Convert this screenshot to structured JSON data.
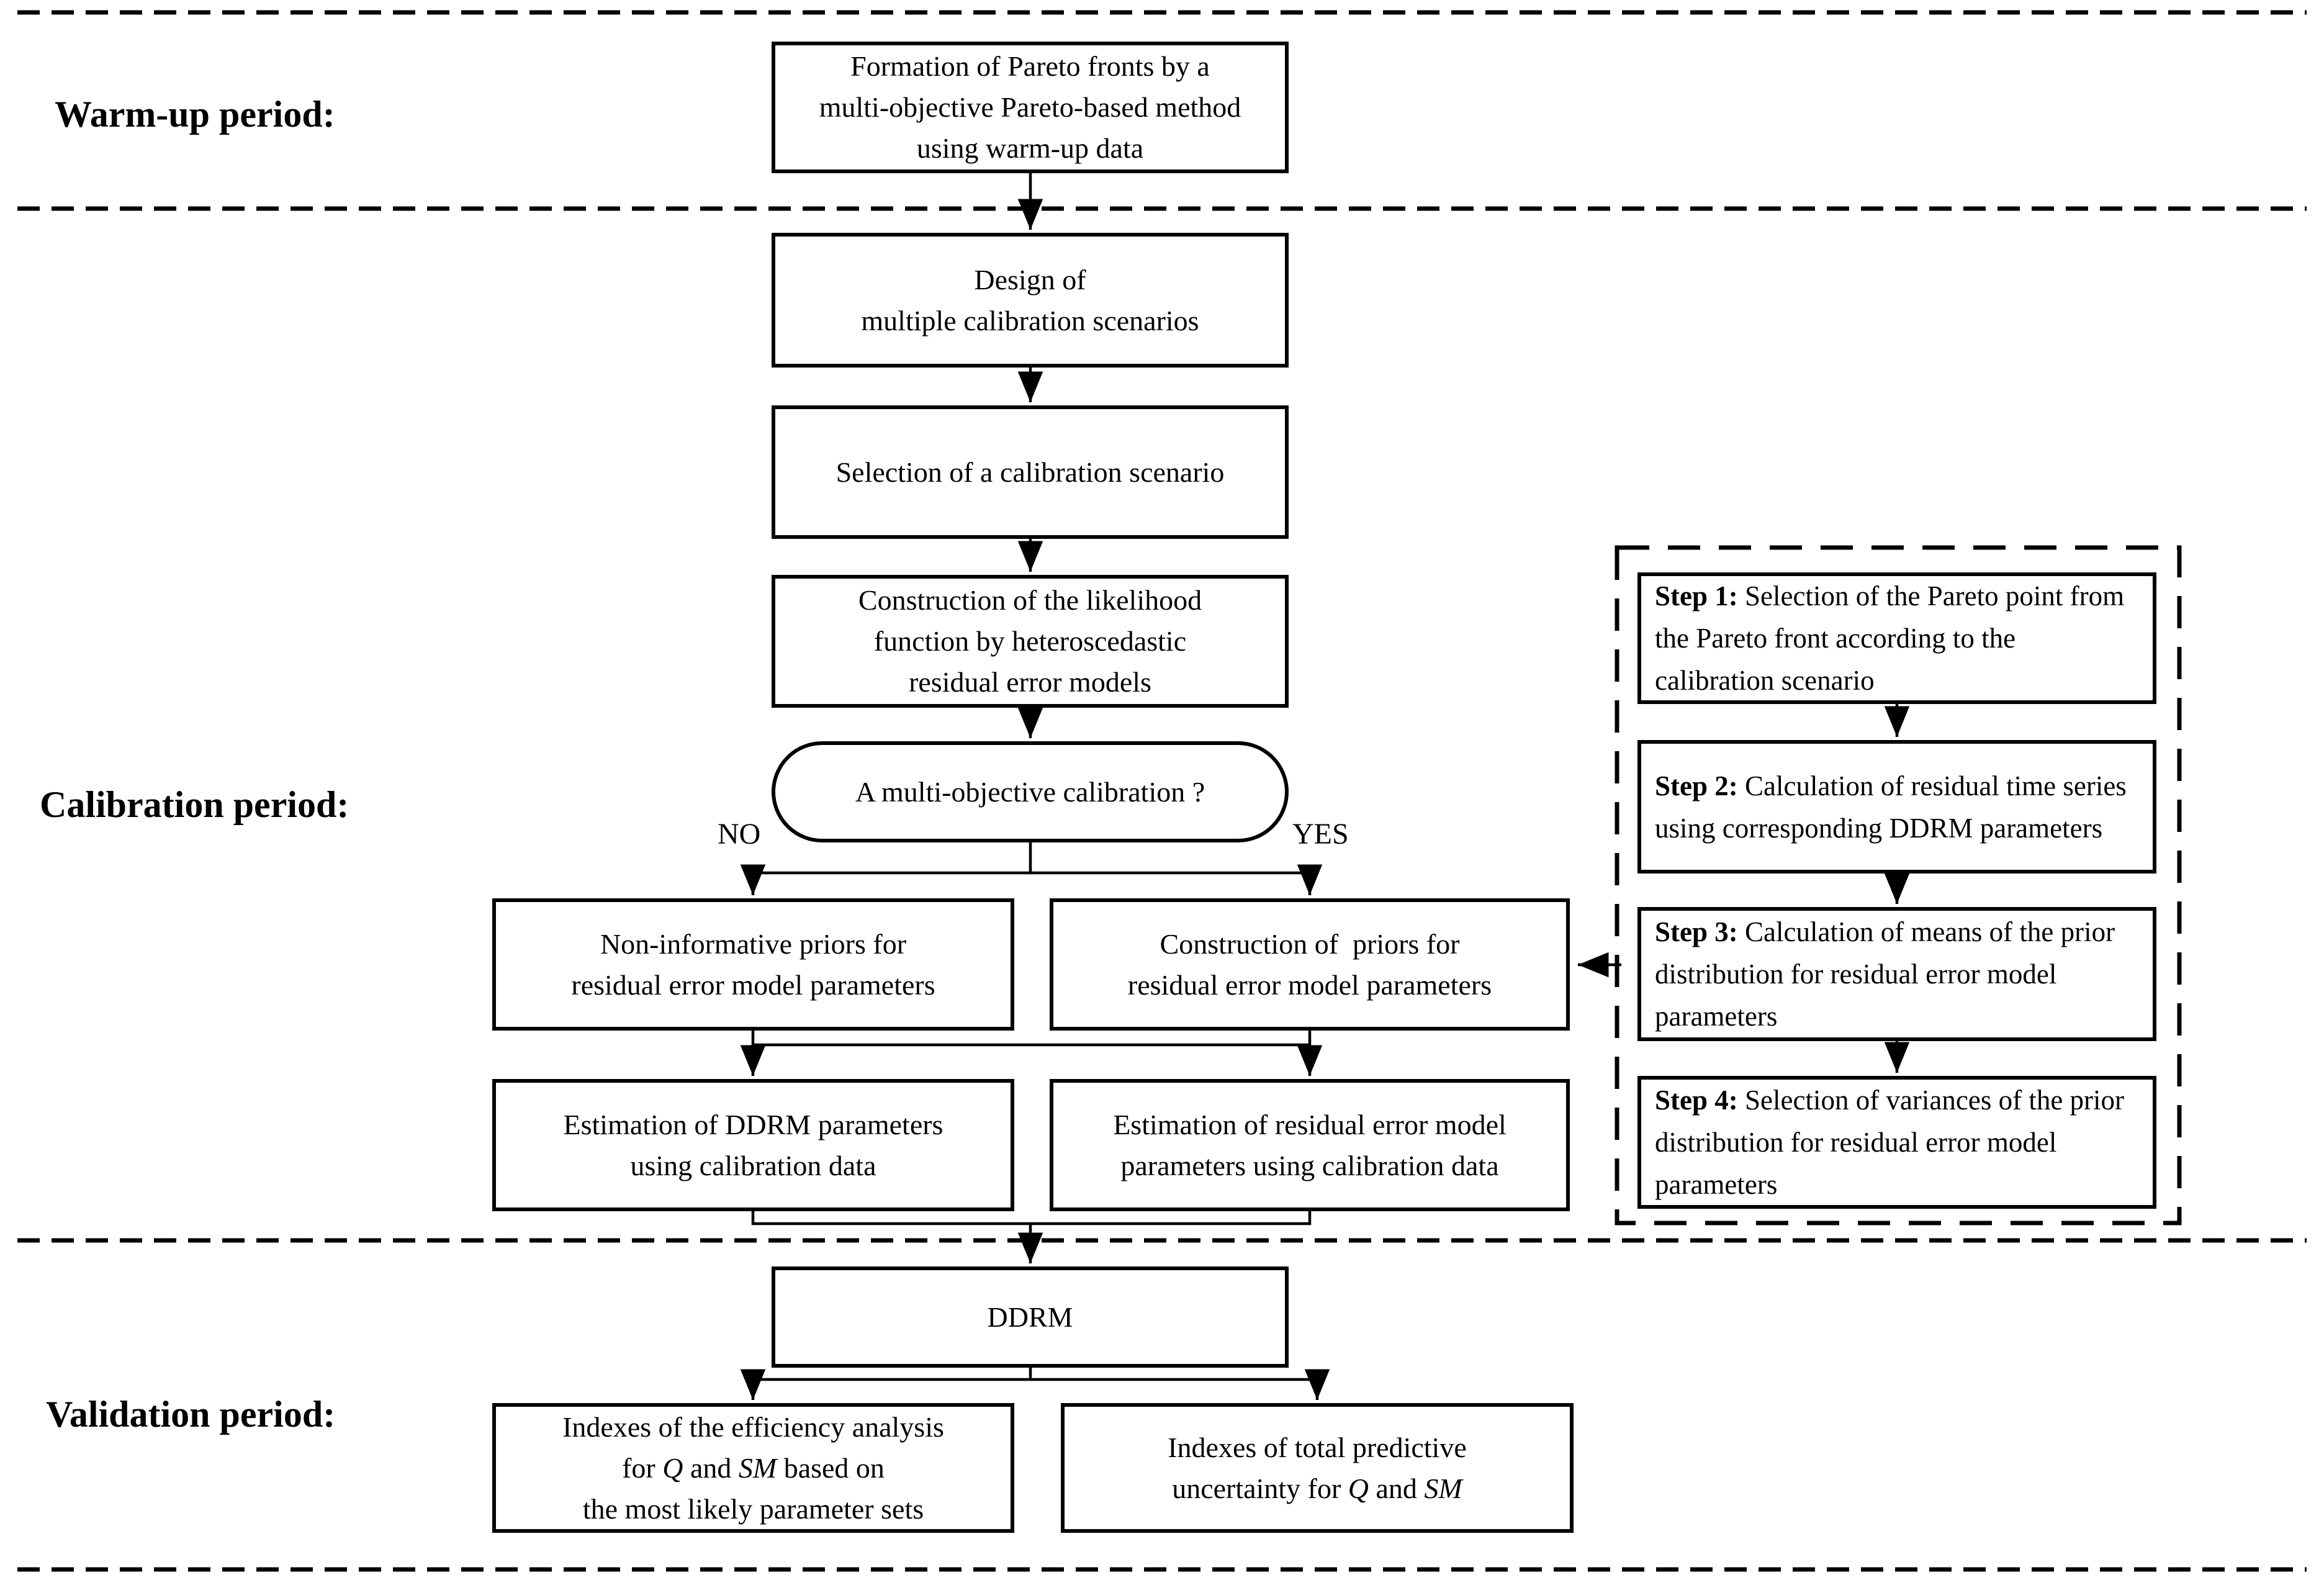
{
  "periods": {
    "warmup": "Warm-up period:",
    "calibration": "Calibration period:",
    "validation": "Validation period:"
  },
  "flow": {
    "pareto": "Formation of Pareto fronts by a\nmulti-objective Pareto-based method\nusing warm-up data",
    "design": "Design of\nmultiple calibration scenarios",
    "selection": "Selection of a calibration scenario",
    "likelihood": "Construction of the likelihood\nfunction by heteroscedastic\nresidual error models",
    "decision": "A multi-objective calibration ?",
    "no": "NO",
    "yes": "YES",
    "noninformative": "Non-informative priors for\nresidual error model parameters",
    "construct_priors": "Construction of  priors for\nresidual error model parameters",
    "estimate_ddrm": "Estimation of DDRM parameters\nusing calibration data",
    "estimate_residual": "Estimation of residual error model\nparameters using calibration data",
    "ddrm": "DDRM"
  },
  "steps": [
    {
      "prefix": "Step 1:",
      "text": " Selection of the Pareto point from the Pareto front according to the calibration scenario"
    },
    {
      "prefix": "Step 2:",
      "text": " Calculation of residual time series using corresponding DDRM parameters"
    },
    {
      "prefix": "Step 3:",
      "text": " Calculation of means of the prior distribution for residual error model parameters"
    },
    {
      "prefix": "Step 4:",
      "text": " Selection of variances of the prior distribution for residual error model parameters"
    }
  ],
  "outputs": {
    "efficiency": {
      "l1": "Indexes of the efficiency analysis",
      "l2a": "for ",
      "l2b": "Q",
      "l2c": " and ",
      "l2d": "SM",
      "l2e": " based on",
      "l3": "the most likely parameter sets"
    },
    "uncertainty": {
      "l1": "Indexes of total predictive",
      "l2a": "uncertainty for ",
      "l2b": "Q",
      "l2c": " and ",
      "l2d": "SM"
    }
  },
  "colors": {
    "line": "#000000",
    "background": "#ffffff"
  }
}
